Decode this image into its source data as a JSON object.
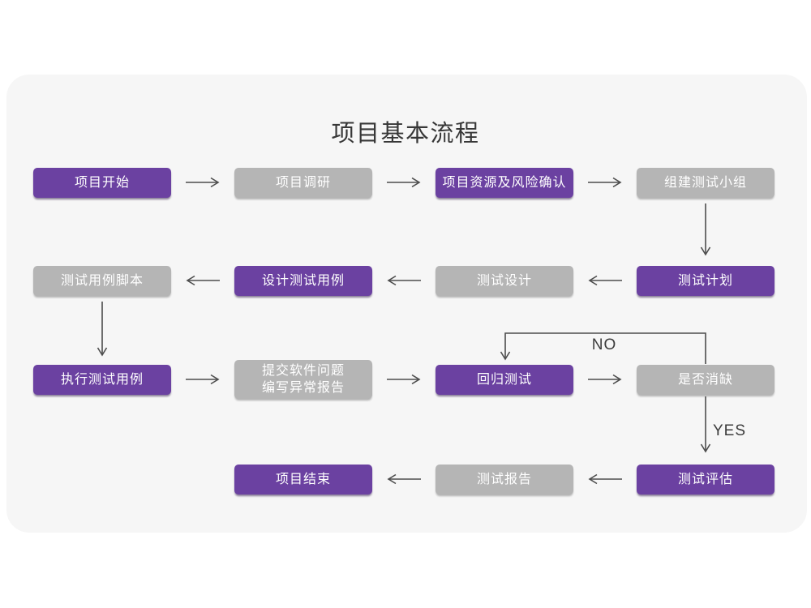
{
  "title": "项目基本流程",
  "colors": {
    "node_purple": "#6b41a1",
    "node_gray": "#b5b5b5",
    "card_background": "#f6f6f6",
    "arrow": "#4d4d4d",
    "node_text": "#ffffff",
    "title_text": "#373737"
  },
  "nodes": {
    "project_start": {
      "label": "项目开始",
      "variant": "purple"
    },
    "project_research": {
      "label": "项目调研",
      "variant": "gray"
    },
    "resources_risk": {
      "label": "项目资源及风险确认",
      "variant": "purple"
    },
    "build_test_team": {
      "label": "组建测试小组",
      "variant": "gray"
    },
    "test_case_script": {
      "label": "测试用例脚本",
      "variant": "gray"
    },
    "design_test_case": {
      "label": "设计测试用例",
      "variant": "purple"
    },
    "test_design": {
      "label": "测试设计",
      "variant": "gray"
    },
    "test_plan": {
      "label": "测试计划",
      "variant": "purple"
    },
    "execute_test_case": {
      "label": "执行测试用例",
      "variant": "purple"
    },
    "submit_issue_report": {
      "line1": "提交软件问题",
      "line2": "编写异常报告",
      "variant": "gray"
    },
    "regression_test": {
      "label": "回归测试",
      "variant": "purple"
    },
    "defect_resolved": {
      "label": "是否消缺",
      "variant": "gray"
    },
    "project_end": {
      "label": "项目结束",
      "variant": "purple"
    },
    "test_report": {
      "label": "测试报告",
      "variant": "gray"
    },
    "test_evaluation": {
      "label": "测试评估",
      "variant": "purple"
    }
  },
  "edge_labels": {
    "no": "NO",
    "yes": "YES"
  },
  "edges": [
    {
      "from": "project_start",
      "to": "project_research"
    },
    {
      "from": "project_research",
      "to": "resources_risk"
    },
    {
      "from": "resources_risk",
      "to": "build_test_team"
    },
    {
      "from": "build_test_team",
      "to": "test_plan"
    },
    {
      "from": "test_plan",
      "to": "test_design"
    },
    {
      "from": "test_design",
      "to": "design_test_case"
    },
    {
      "from": "design_test_case",
      "to": "test_case_script"
    },
    {
      "from": "test_case_script",
      "to": "execute_test_case"
    },
    {
      "from": "execute_test_case",
      "to": "submit_issue_report"
    },
    {
      "from": "submit_issue_report",
      "to": "regression_test"
    },
    {
      "from": "regression_test",
      "to": "defect_resolved"
    },
    {
      "from": "defect_resolved",
      "to": "regression_test",
      "label": "NO"
    },
    {
      "from": "defect_resolved",
      "to": "test_evaluation",
      "label": "YES"
    },
    {
      "from": "test_evaluation",
      "to": "test_report"
    },
    {
      "from": "test_report",
      "to": "project_end"
    }
  ]
}
